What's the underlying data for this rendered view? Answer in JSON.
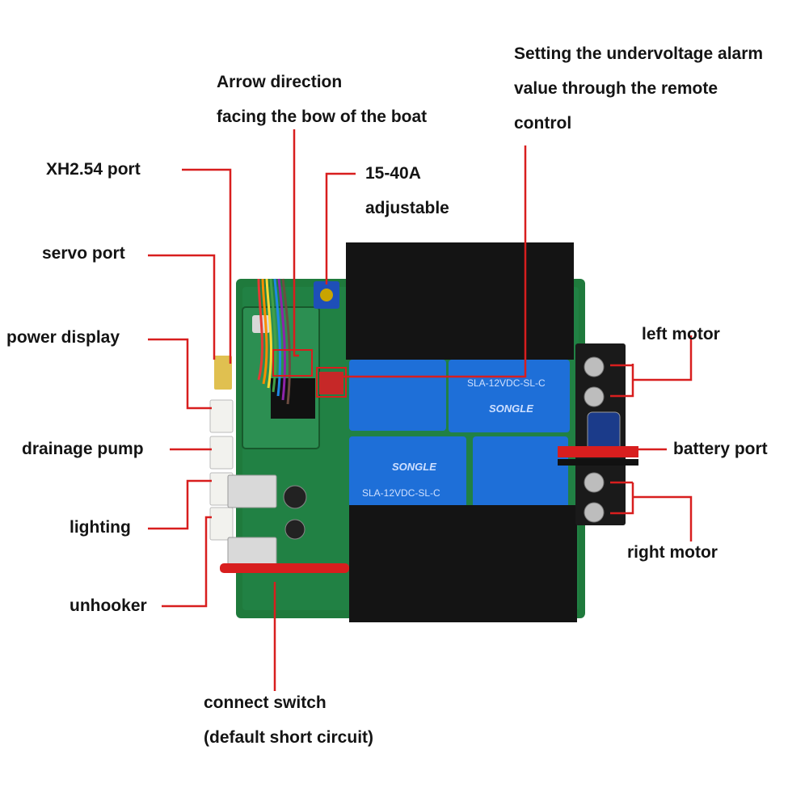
{
  "labels": {
    "undervoltage": {
      "lines": [
        "Setting the undervoltage alarm",
        "value through the remote",
        "control"
      ]
    },
    "arrow_direction": {
      "lines": [
        "Arrow direction",
        "facing the bow of the boat"
      ]
    },
    "xh254_port": "XH2.54 port",
    "current_adjust": {
      "lines": [
        "15-40A",
        "adjustable"
      ]
    },
    "servo_port": "servo port",
    "power_display": "power display",
    "drainage_pump": "drainage pump",
    "lighting": "lighting",
    "unhooker": "unhooker",
    "left_motor": "left motor",
    "battery_port": "battery port",
    "right_motor": "right motor",
    "connect_switch": {
      "lines": [
        "connect switch",
        "(default short circuit)"
      ]
    }
  },
  "board_markings": {
    "relay_model_1": "SLA-12VDC-SL-C",
    "relay_model_2": "SLA-12VDC-SL-C",
    "relay_brand_1": "SONGLE",
    "relay_brand_2": "SONGLE"
  },
  "colors": {
    "leader_line": "#d81e1e",
    "pcb": "#1f7a3c",
    "relay_blue": "#1e6fd8",
    "heat_cover": "#141414",
    "text": "#141414"
  }
}
